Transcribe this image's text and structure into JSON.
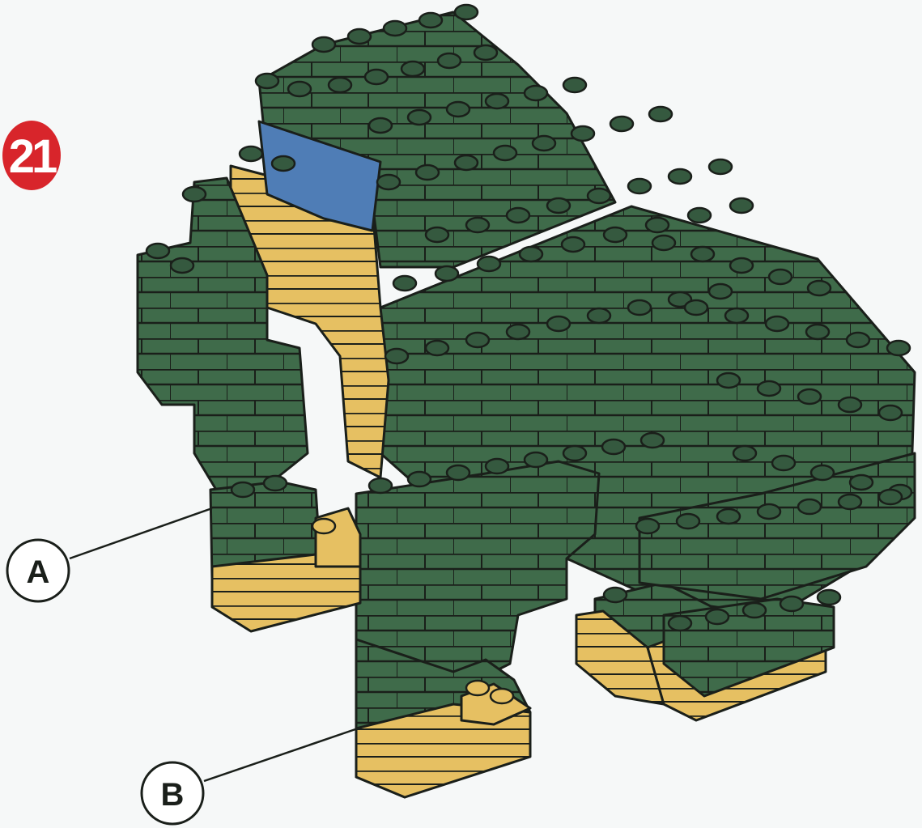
{
  "step": {
    "number": "21",
    "badge_color": "#d8252b"
  },
  "callouts": [
    {
      "letter": "A"
    },
    {
      "letter": "B"
    }
  ],
  "colors": {
    "green": "#3f6b4a",
    "green_dark": "#2b4e37",
    "green_stud": "#35593f",
    "tan": "#e6c062",
    "tan_dark": "#c9a245",
    "blue": "#4f7db6",
    "outline": "#1a1f1a"
  }
}
